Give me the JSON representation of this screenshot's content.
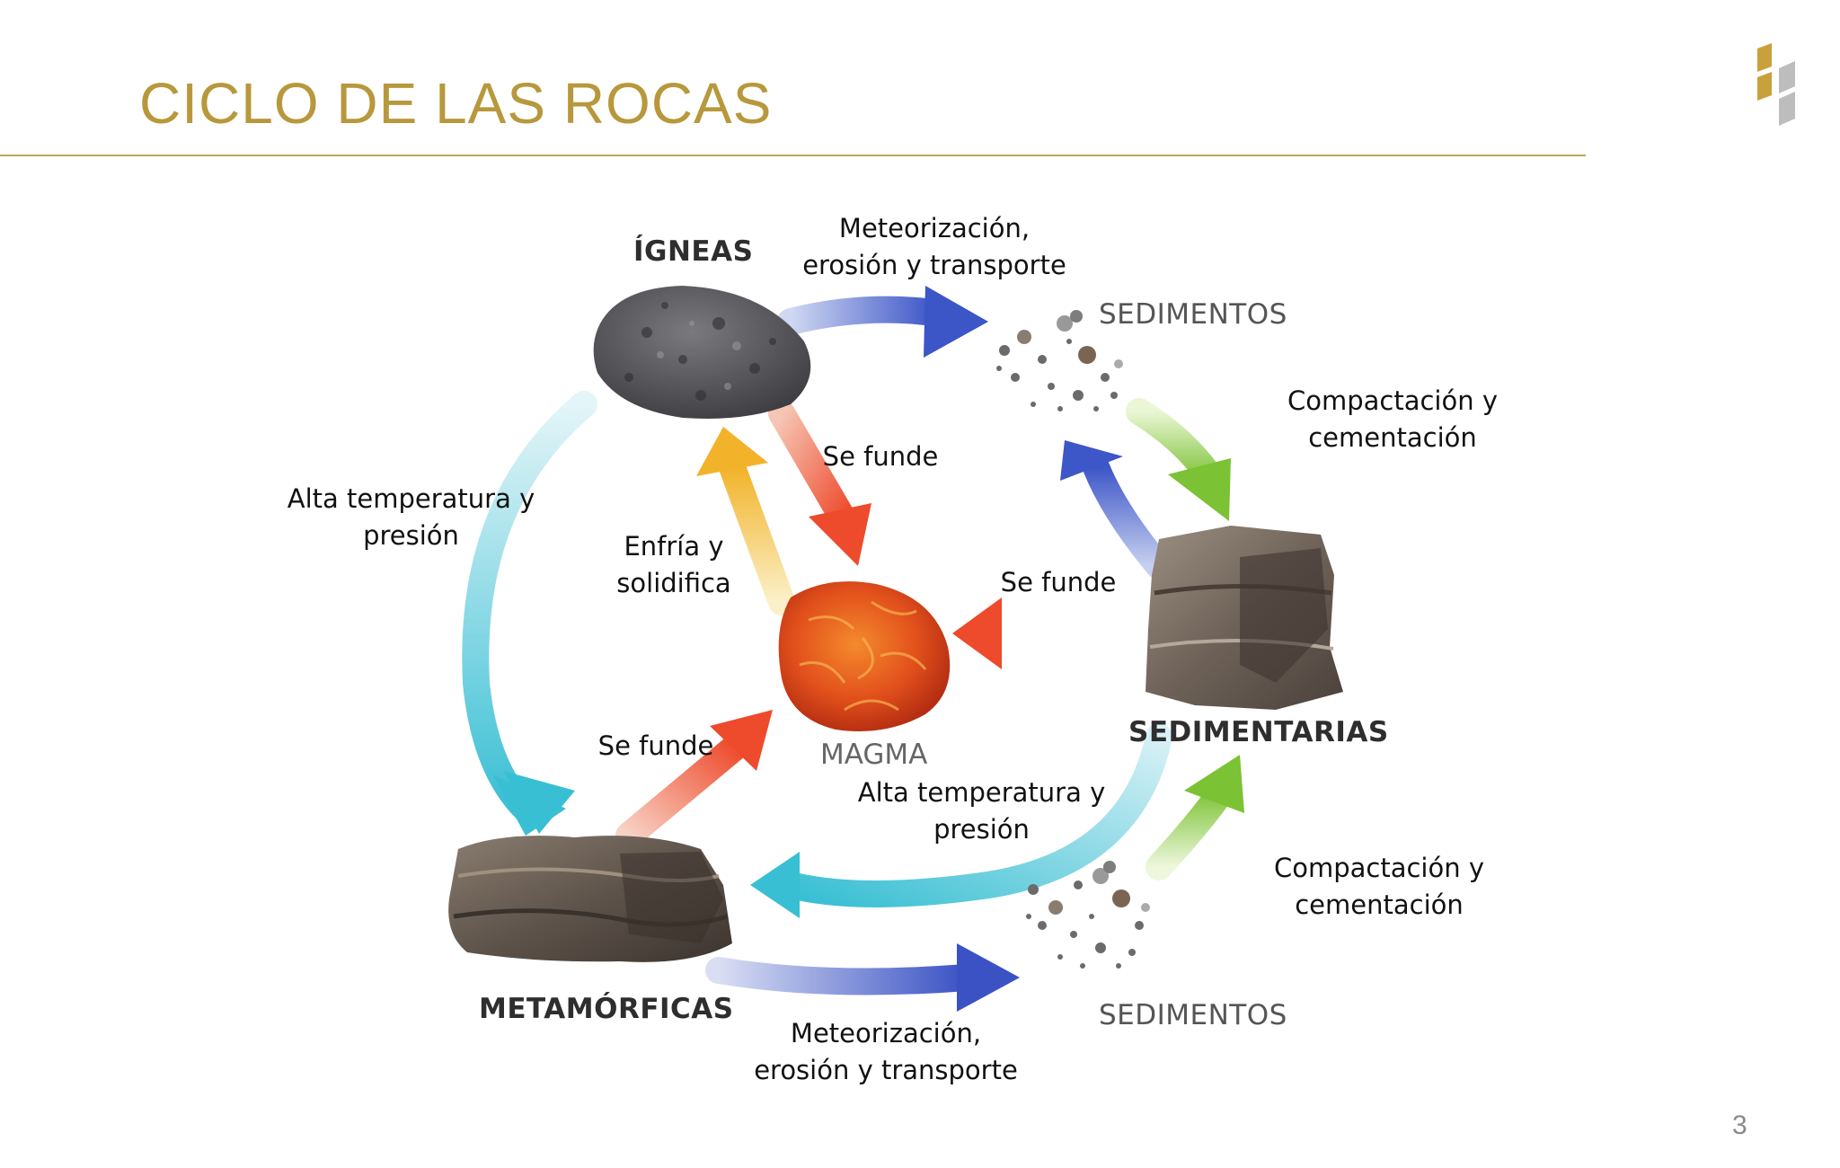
{
  "slide": {
    "title": "CICLO DE LAS ROCAS",
    "page_number": "3",
    "accent_color": "#b8983c"
  },
  "diagram": {
    "nodes": {
      "igneas": "ÍGNEAS",
      "sedimentos_top": "SEDIMENTOS",
      "sedimentarias": "SEDIMENTARIAS",
      "sedimentos_bottom": "SEDIMENTOS",
      "metamorficas": "METAMÓRFICAS",
      "magma": "MAGMA"
    },
    "labels": {
      "meteorizacion_top": "Meteorización,\nerosión y transporte",
      "compactacion_top": "Compactación y\ncementación",
      "se_funde_igneas": "Se funde",
      "alta_temp_left": "Alta temperatura y\npresión",
      "enfria": "Enfría y\nsolidifica",
      "se_funde_sedimentarias": "Se funde",
      "se_funde_metamorficas": "Se funde",
      "alta_temp_center": "Alta temperatura y\npresión",
      "compactacion_bottom": "Compactación y\ncementación",
      "meteorizacion_bottom": "Meteorización,\nerosión y transporte"
    }
  }
}
